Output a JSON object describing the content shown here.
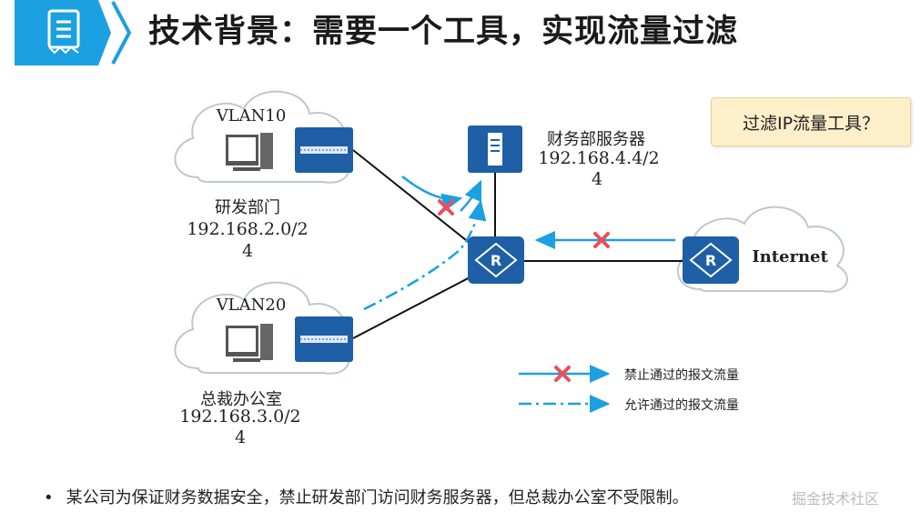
{
  "title": "技术背景：需要一个工具，实现流量过滤",
  "vlan10": {
    "name": "VLAN10",
    "dept": "研发部门",
    "ip_line1": "192.168.2.0/2",
    "ip_line2": "4"
  },
  "vlan20": {
    "name": "VLAN20",
    "dept": "总裁办公室",
    "ip_line1": "192.168.3.0/2",
    "ip_line2": "4"
  },
  "server": {
    "name": "财务部服务器",
    "ip_line1": "192.168.4.4/2",
    "ip_line2": "4"
  },
  "internet": {
    "name": "Internet"
  },
  "callout": "过滤IP流量工具？",
  "legend": {
    "denied": "禁止通过的报文流量",
    "allowed": "允许通过的报文流量"
  },
  "footer": {
    "bullet": "•",
    "text": "某公司为保证财务数据安全，禁止研发部门访问财务服务器，但总裁办公室不受限制。"
  },
  "watermark": "掘金技术社区",
  "colors": {
    "accent": "#1ba0e2",
    "device": "#1f5fa6",
    "deny": "#e8505b",
    "callout_bg": "#fcefc9"
  }
}
